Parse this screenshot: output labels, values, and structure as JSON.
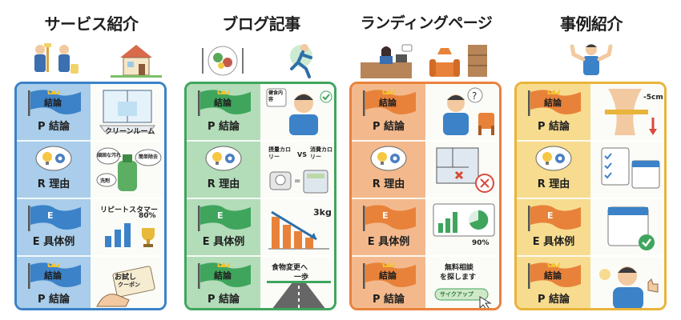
{
  "columns": [
    {
      "title": "サービス紹介",
      "accent": "#3b82c8",
      "strip": "#a9cdea",
      "rows": [
        {
          "label": "P 結論",
          "badge_text": "結論",
          "illust_text": "クリーンルーム"
        },
        {
          "label": "R 理由",
          "illust_text_1": "頑固な汚れ",
          "illust_text_2": "簡単除去",
          "illust_text_3": "洗剤"
        },
        {
          "label": "E 具体例",
          "badge_text": "E",
          "illust_text_1": "リピートスタマー",
          "illust_text_2": "80%"
        },
        {
          "label": "P 結論",
          "badge_text": "結論",
          "illust_text_1": "お試し",
          "illust_text_2": "クーポン"
        }
      ]
    },
    {
      "title": "ブログ記事",
      "accent": "#3fa55d",
      "strip": "#b3dcb9",
      "rows": [
        {
          "label": "P 結論",
          "badge_text": "結論",
          "illust_text": "健食内容"
        },
        {
          "label": "R 理由",
          "illust_text_1": "摂量カロリー",
          "illust_text_2": "VS",
          "illust_text_3": "消費カロリー"
        },
        {
          "label": "E 具体例",
          "badge_text": "E",
          "illust_text_1": "3kg"
        },
        {
          "label": "P 結論",
          "badge_text": "結論",
          "illust_text_1": "食物変更へ",
          "illust_text_2": "一歩"
        }
      ]
    },
    {
      "title": "ランディングページ",
      "accent": "#e8823a",
      "strip": "#f3b98c",
      "rows": [
        {
          "label": "P 結論",
          "badge_text": "結論"
        },
        {
          "label": "R 理由"
        },
        {
          "label": "E 具体例",
          "badge_text": "E",
          "illust_text_1": "90%"
        },
        {
          "label": "P 結論",
          "badge_text": "結論",
          "illust_text_1": "無料相談",
          "illust_text_2": "を探します",
          "illust_text_3": "サイクアップ"
        }
      ]
    },
    {
      "title": "事例紹介",
      "accent": "#e9b43a",
      "strip": "#f7dc8f",
      "rows": [
        {
          "label": "P 結論",
          "badge_text": "結論",
          "illust_text": "-5cm"
        },
        {
          "label": "R 理由"
        },
        {
          "label": "E 具体例",
          "badge_text": "E"
        },
        {
          "label": "P 結論",
          "badge_text": "結論"
        }
      ]
    }
  ]
}
